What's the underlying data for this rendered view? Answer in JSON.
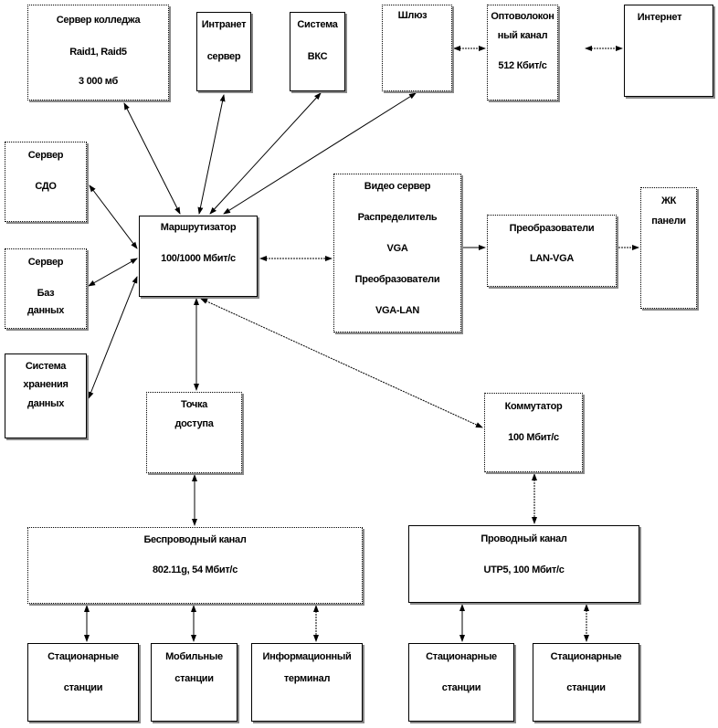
{
  "nodes": {
    "college_server": [
      "Сервер колледжа",
      "Raid1, Raid5",
      "3 000 мб"
    ],
    "intranet": [
      "Интранет",
      "сервер"
    ],
    "vks": [
      "Система",
      "ВКС"
    ],
    "gateway": [
      "Шлюз"
    ],
    "fiber": [
      "Оптоволокон",
      "ный канал",
      "512 Кбит/с"
    ],
    "internet": [
      "Интернет"
    ],
    "sdo": [
      "Сервер",
      "СДО"
    ],
    "db": [
      "Сервер",
      "Баз",
      "данных"
    ],
    "storage": [
      "Система",
      "хранения",
      "данных"
    ],
    "router": [
      "Маршрутизатор",
      "100/1000  Мбит/с"
    ],
    "video": [
      "Видео сервер",
      "Распределитель",
      "VGA",
      "Преобразователи",
      "VGA-LAN"
    ],
    "converters": [
      "Преобразователи",
      "LAN-VGA"
    ],
    "lcd": [
      "ЖК",
      "панели"
    ],
    "ap": [
      "Точка",
      "доступа"
    ],
    "switch": [
      "Коммутатор",
      "100 Мбит/с"
    ],
    "wireless": [
      "Беспроводный канал",
      "802.11g,  54 Мбит/с"
    ],
    "wired": [
      "Проводный канал",
      "UTP5,  100 Мбит/с"
    ],
    "st1": [
      "Стационарные",
      "станции"
    ],
    "mobile": [
      "Мобильные",
      "станции"
    ],
    "terminal": [
      "Информационный",
      "терминал"
    ],
    "st2": [
      "Стационарные",
      "станции"
    ],
    "st3": [
      "Стационарные",
      "станции"
    ]
  }
}
